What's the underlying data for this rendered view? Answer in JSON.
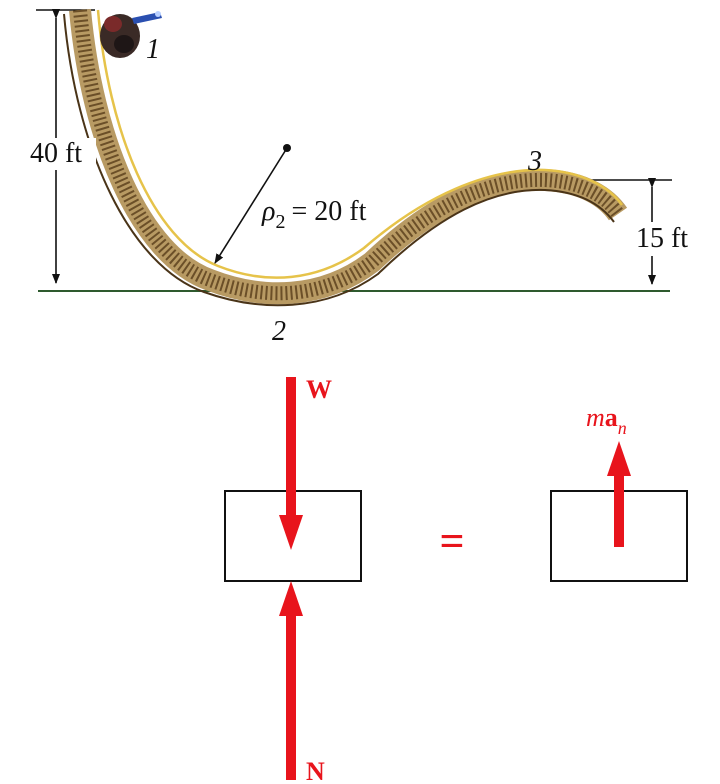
{
  "track": {
    "point_1": "1",
    "point_2": "2",
    "point_3": "3",
    "height_left": "40 ft",
    "height_right": "15 ft",
    "radius": {
      "symbol": "ρ",
      "subscript": "2",
      "value": "= 20 ft"
    }
  },
  "fbd": {
    "weight": "W",
    "normal": "N",
    "equals": "=",
    "kinetic": {
      "mass": "m",
      "accel": "a",
      "subscript": "n"
    }
  },
  "colors": {
    "force_red": "#e8141c",
    "track_brown": "#8b6a3a",
    "track_highlight": "#e6c34a",
    "ground_line": "#2e5a2e"
  }
}
